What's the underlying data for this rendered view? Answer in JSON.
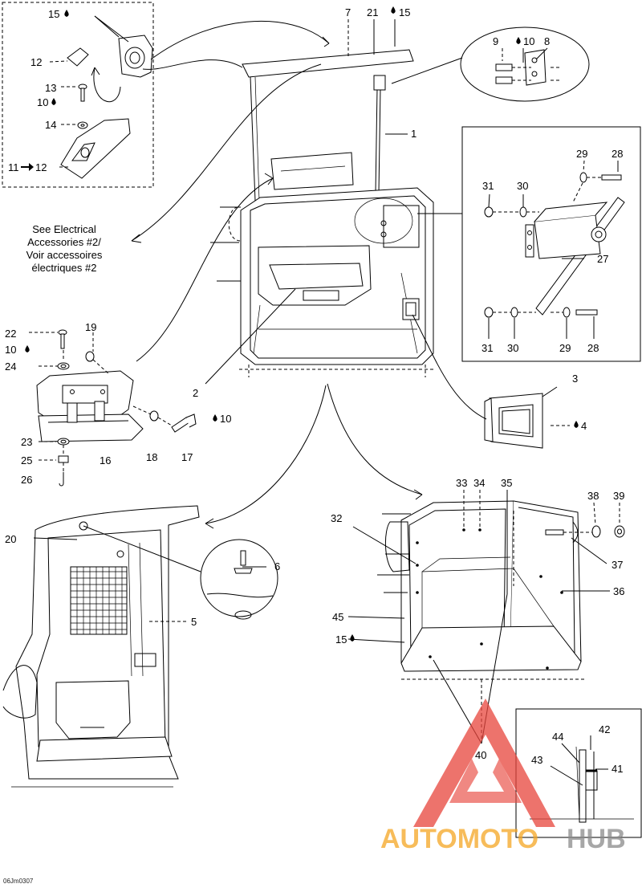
{
  "figure_code": "06Jm0307",
  "see_note": {
    "line1": "See Electrical",
    "line2": "Accessories #2/",
    "line3": "Voir accessoires",
    "line4": "électriques #2"
  },
  "callouts": {
    "c1": "1",
    "c2": "2",
    "c3": "3",
    "c4": "4",
    "c5": "5",
    "c6": "6",
    "c7": "7",
    "c8": "8",
    "c9": "9",
    "c10a": "10",
    "c10b": "10",
    "c10c": "10",
    "c10d": "10",
    "c11": "11",
    "c12a": "12",
    "c12b": "12",
    "c13": "13",
    "c14": "14",
    "c15a": "15",
    "c15b": "15",
    "c15c": "15",
    "c16": "16",
    "c17": "17",
    "c18": "18",
    "c19": "19",
    "c20": "20",
    "c21": "21",
    "c22": "22",
    "c23": "23",
    "c24": "24",
    "c25": "25",
    "c26": "26",
    "c27": "27",
    "c28a": "28",
    "c28b": "28",
    "c29a": "29",
    "c29b": "29",
    "c30a": "30",
    "c30b": "30",
    "c31a": "31",
    "c31b": "31",
    "c32": "32",
    "c33": "33",
    "c34": "34",
    "c35": "35",
    "c36": "36",
    "c37": "37",
    "c38": "38",
    "c39": "39",
    "c40": "40",
    "c41": "41",
    "c42": "42",
    "c43": "43",
    "c44": "44",
    "c45": "45"
  },
  "watermark": {
    "brand_a": "AUTOMOTO",
    "brand_b": "HUB",
    "color_a": "#f5a623",
    "color_b": "#8a8a8a",
    "triangle_color": "#e8453c"
  }
}
